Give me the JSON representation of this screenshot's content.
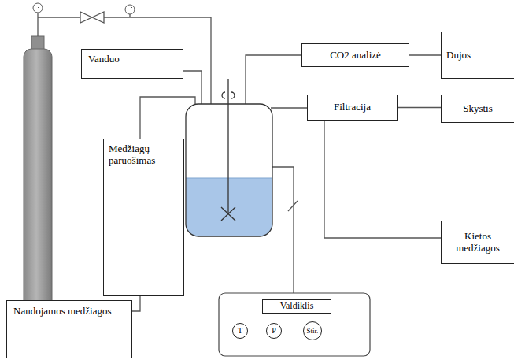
{
  "diagram": {
    "nodes": [
      {
        "text": [
          "Vanduo"
        ]
      },
      {
        "text": [
          "Medžiagų paruošimas"
        ]
      },
      {
        "text": [
          "Naudojamos medžiagos"
        ]
      },
      {
        "text": [
          "CO2 analizė"
        ]
      },
      {
        "text": [
          "Dujos"
        ]
      },
      {
        "text": [
          "Filtracija"
        ]
      },
      {
        "text": [
          "Skystis"
        ]
      },
      {
        "text": [
          "Kietos medžiagos"
        ]
      },
      {
        "text": [
          "Valdiklis"
        ]
      },
      {
        "text": [
          "T"
        ]
      },
      {
        "text": [
          "P"
        ]
      },
      {
        "text": [
          "Stir."
        ]
      }
    ],
    "edges": [
      {
        "from": 2,
        "to": 1,
        "arrow": "none"
      },
      {
        "from": 3,
        "to": 4,
        "arrow": "none"
      },
      {
        "from": 5,
        "to": 6,
        "arrow": "none"
      },
      {
        "from": 5,
        "to": 7,
        "arrow": "none"
      }
    ]
  }
}
